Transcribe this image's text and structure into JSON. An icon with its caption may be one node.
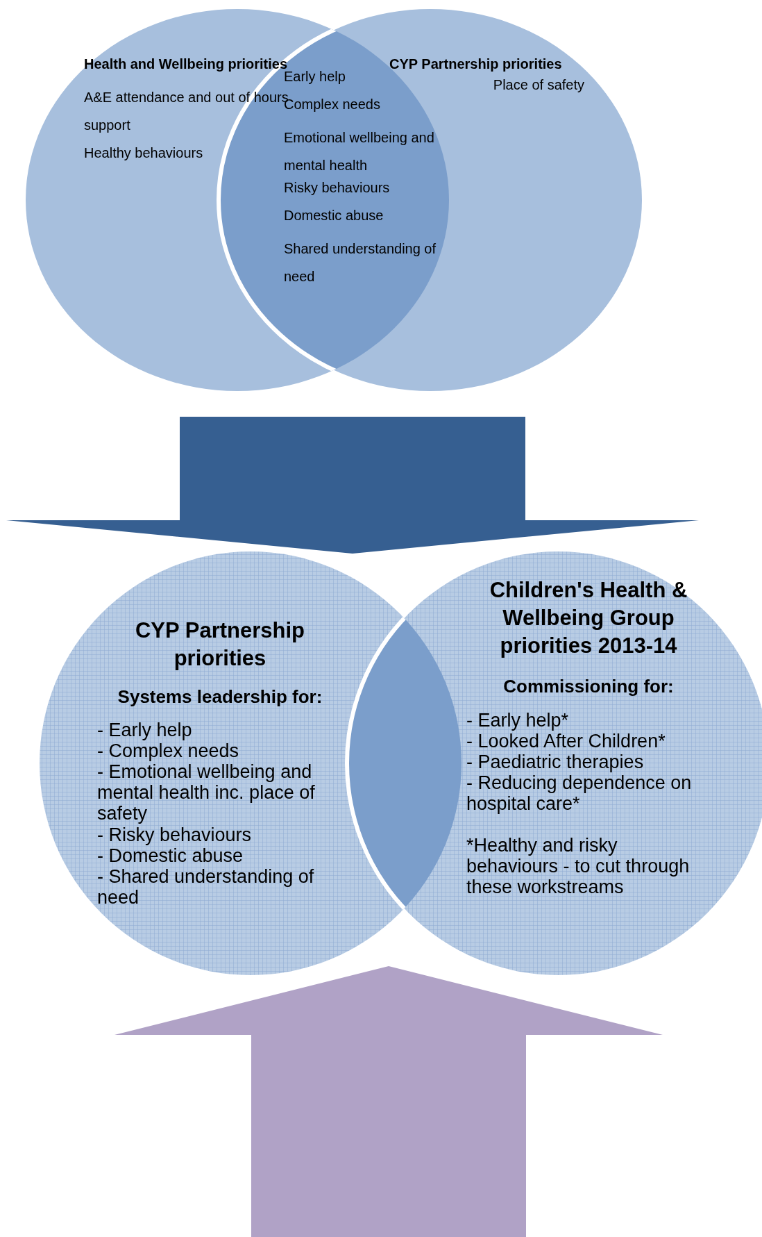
{
  "diagram": {
    "nodes": [
      {
        "text": [
          "Health and Wellbeing priorities",
          "A&E attendance and out of hours support",
          "Healthy behaviours"
        ]
      },
      {
        "text": [
          "CYP Partnership priorities",
          "Place of safety"
        ]
      },
      {
        "text": [
          "Early help",
          "Complex needs",
          "Emotional wellbeing and mental health",
          "Risky behaviours",
          "Domestic abuse",
          "Shared understanding of need"
        ]
      },
      {
        "text": [
          "CYP Partnership priorities",
          "Systems leadership for:",
          "- Early help",
          "- Complex needs",
          "- Emotional wellbeing and mental health inc. place of safety",
          "- Risky behaviours",
          "- Domestic abuse",
          "- Shared understanding of need"
        ]
      },
      {
        "text": [
          "Children's Health & Wellbeing Group priorities 2013-14",
          "Commissioning for:",
          "- Early help*",
          "- Looked After Children*",
          "- Paediatric therapies",
          "- Reducing dependence on hospital care*",
          "*Healthy and risky behaviours - to cut through these workstreams"
        ]
      },
      {
        "text": [],
        "shape": "lens"
      }
    ],
    "edges": [
      {
        "from": 2,
        "to": 5,
        "arrow": "to",
        "color": "#365f91"
      },
      {
        "from": null,
        "to": 5,
        "arrow": "to",
        "color": "#b0a2c6"
      }
    ]
  }
}
